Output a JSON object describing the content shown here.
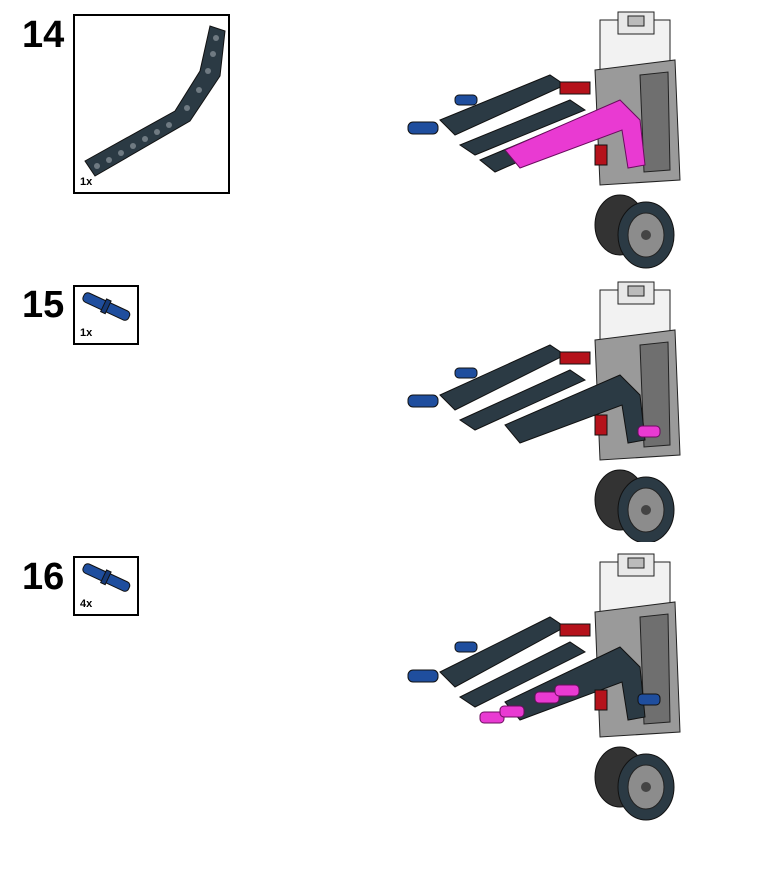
{
  "steps": [
    {
      "number": "14",
      "parts": [
        {
          "qty": "1x",
          "part": "liftarm-bent-dark-gray"
        }
      ],
      "highlight_color": "#e93ad2"
    },
    {
      "number": "15",
      "parts": [
        {
          "qty": "1x",
          "part": "axle-pin-blue"
        }
      ],
      "highlight_color": "#e93ad2"
    },
    {
      "number": "16",
      "parts": [
        {
          "qty": "4x",
          "part": "axle-pin-blue"
        }
      ],
      "highlight_color": "#e93ad2"
    }
  ],
  "colors": {
    "dark_beam": "#2b3a44",
    "pin_blue": "#1f4e9e",
    "pin_red": "#b5121b",
    "motor_white": "#f2f2f2",
    "motor_gray": "#9a9a9a",
    "highlight": "#e93ad2"
  }
}
